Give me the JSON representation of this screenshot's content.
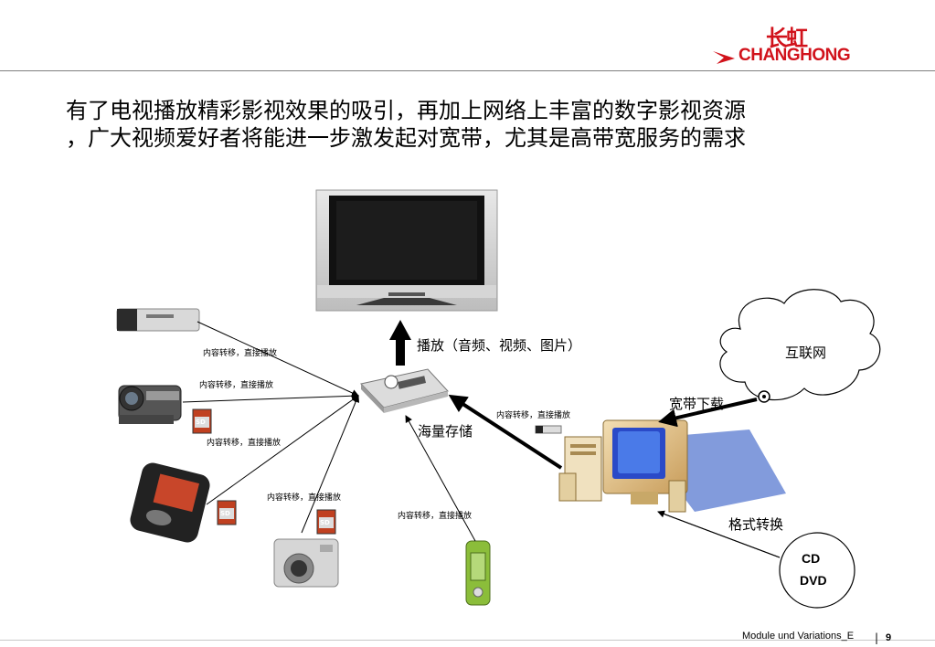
{
  "header": {
    "logo_cn": "长虹",
    "logo_en": "CHANGHONG"
  },
  "title": {
    "line1": "有了电视播放精彩影视效果的吸引，再加上网络上丰富的数字影视资源",
    "line2": "，广大视频爱好者将能进一步激发起对宽带，尤其是高带宽服务的需求"
  },
  "diagram": {
    "play_label": "播放（音频、视频、图片）",
    "storage_label": "海量存储",
    "internet_label": "互联网",
    "broadband_label": "宽带下载",
    "format_label": "格式转换",
    "disc_line1": "CD",
    "disc_line2": "DVD",
    "transfer_labels": [
      "内容转移，直接播放",
      "内容转移，直接播放",
      "内容转移，直接播放",
      "内容转移，直接播放",
      "内容转移，直接播放",
      "内容转移，直接播放"
    ],
    "sd_card_text": "SD"
  },
  "footer": {
    "text": "Module und Variations_E",
    "separator": "|",
    "page": "9"
  },
  "colors": {
    "brand": "#d1121b",
    "arrow": "#000000"
  }
}
